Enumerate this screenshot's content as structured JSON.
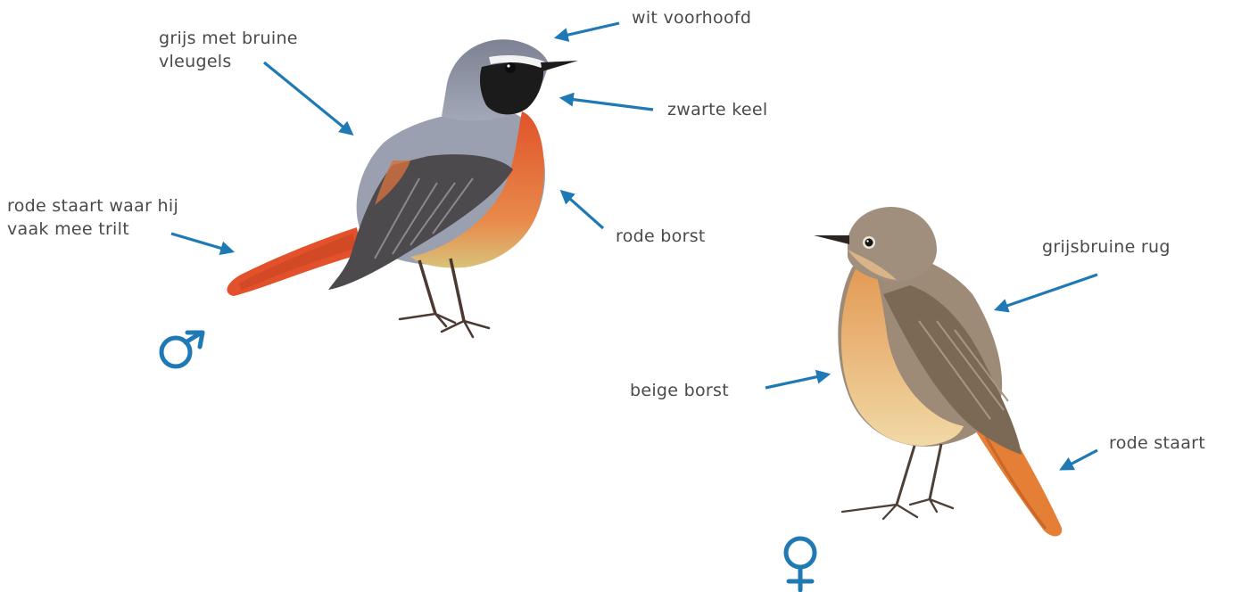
{
  "colors": {
    "arrow": "#1f79b4",
    "symbol": "#1f79b4",
    "text": "#4a4a4a",
    "male_head": "#8f93a3",
    "male_throat": "#1b1b1b",
    "male_breast": "#e0532b",
    "male_tail": "#e2512c",
    "female_body": "#9d8b78",
    "female_breast": "#e9a560",
    "female_tail": "#e57f36"
  },
  "male": {
    "symbol": "♂",
    "labels": {
      "wings": [
        "grijs met bruine",
        "vleugels"
      ],
      "forehead": "wit voorhoofd",
      "throat": "zwarte keel",
      "breast": "rode borst",
      "tail": [
        "rode staart waar hij",
        "vaak mee trilt"
      ]
    }
  },
  "female": {
    "symbol": "♀",
    "labels": {
      "back": "grijsbruine rug",
      "breast": "beige borst",
      "tail": "rode staart"
    }
  }
}
